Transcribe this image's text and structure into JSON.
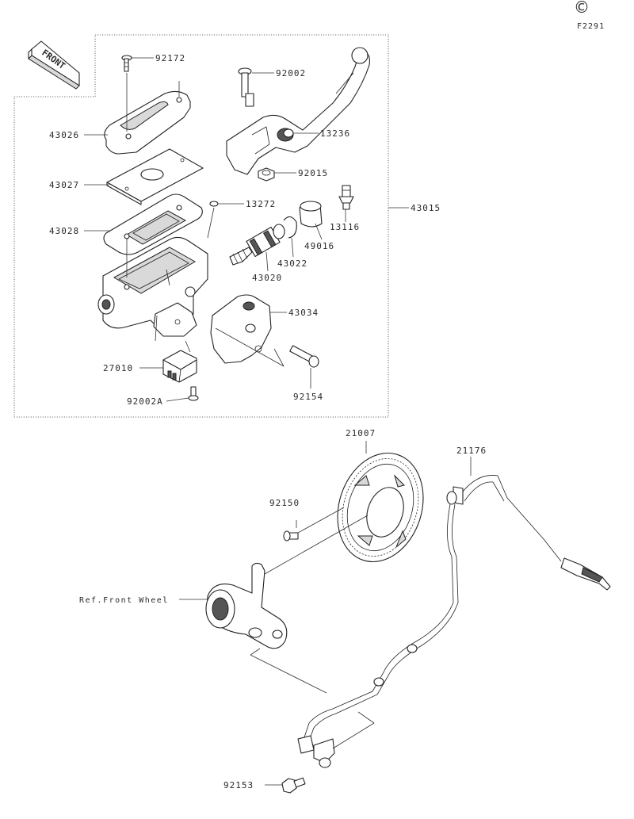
{
  "corner": {
    "copyright_symbol": "©",
    "code": "F2291"
  },
  "front_badge": "FRONT",
  "labels": {
    "p92172": "92172",
    "p92002": "92002",
    "p43026": "43026",
    "p13236": "13236",
    "p92015": "92015",
    "p43027": "43027",
    "p13272": "13272",
    "p13116": "13116",
    "p43015": "43015",
    "p43028": "43028",
    "p49016": "49016",
    "p43022": "43022",
    "p43020": "43020",
    "p43034": "43034",
    "p27010": "27010",
    "p92154": "92154",
    "p92002A": "92002A",
    "p21007": "21007",
    "p21176": "21176",
    "p92150": "92150",
    "ref_front_wheel": "Ref.Front Wheel",
    "p92153": "92153"
  }
}
